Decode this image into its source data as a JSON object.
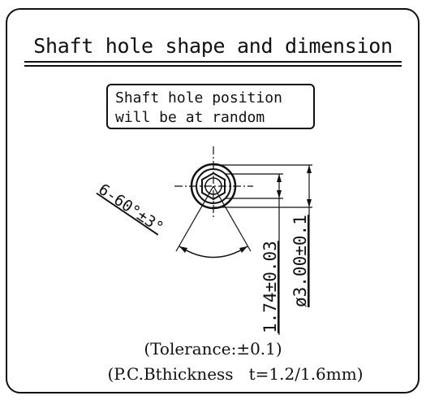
{
  "title": "Shaft hole shape and dimension",
  "note": {
    "line1": "Shaft hole position",
    "line2": "will be at random"
  },
  "dimensions": {
    "angle": "6-60°±3°",
    "hole_depth": "1.74±0.03",
    "outer_diameter": "ø3.00±0.1"
  },
  "tolerance_note": "(Tolerance:±0.1)",
  "thickness_note": "(P.C.Bthickness   t=1.2/1.6mm)"
}
